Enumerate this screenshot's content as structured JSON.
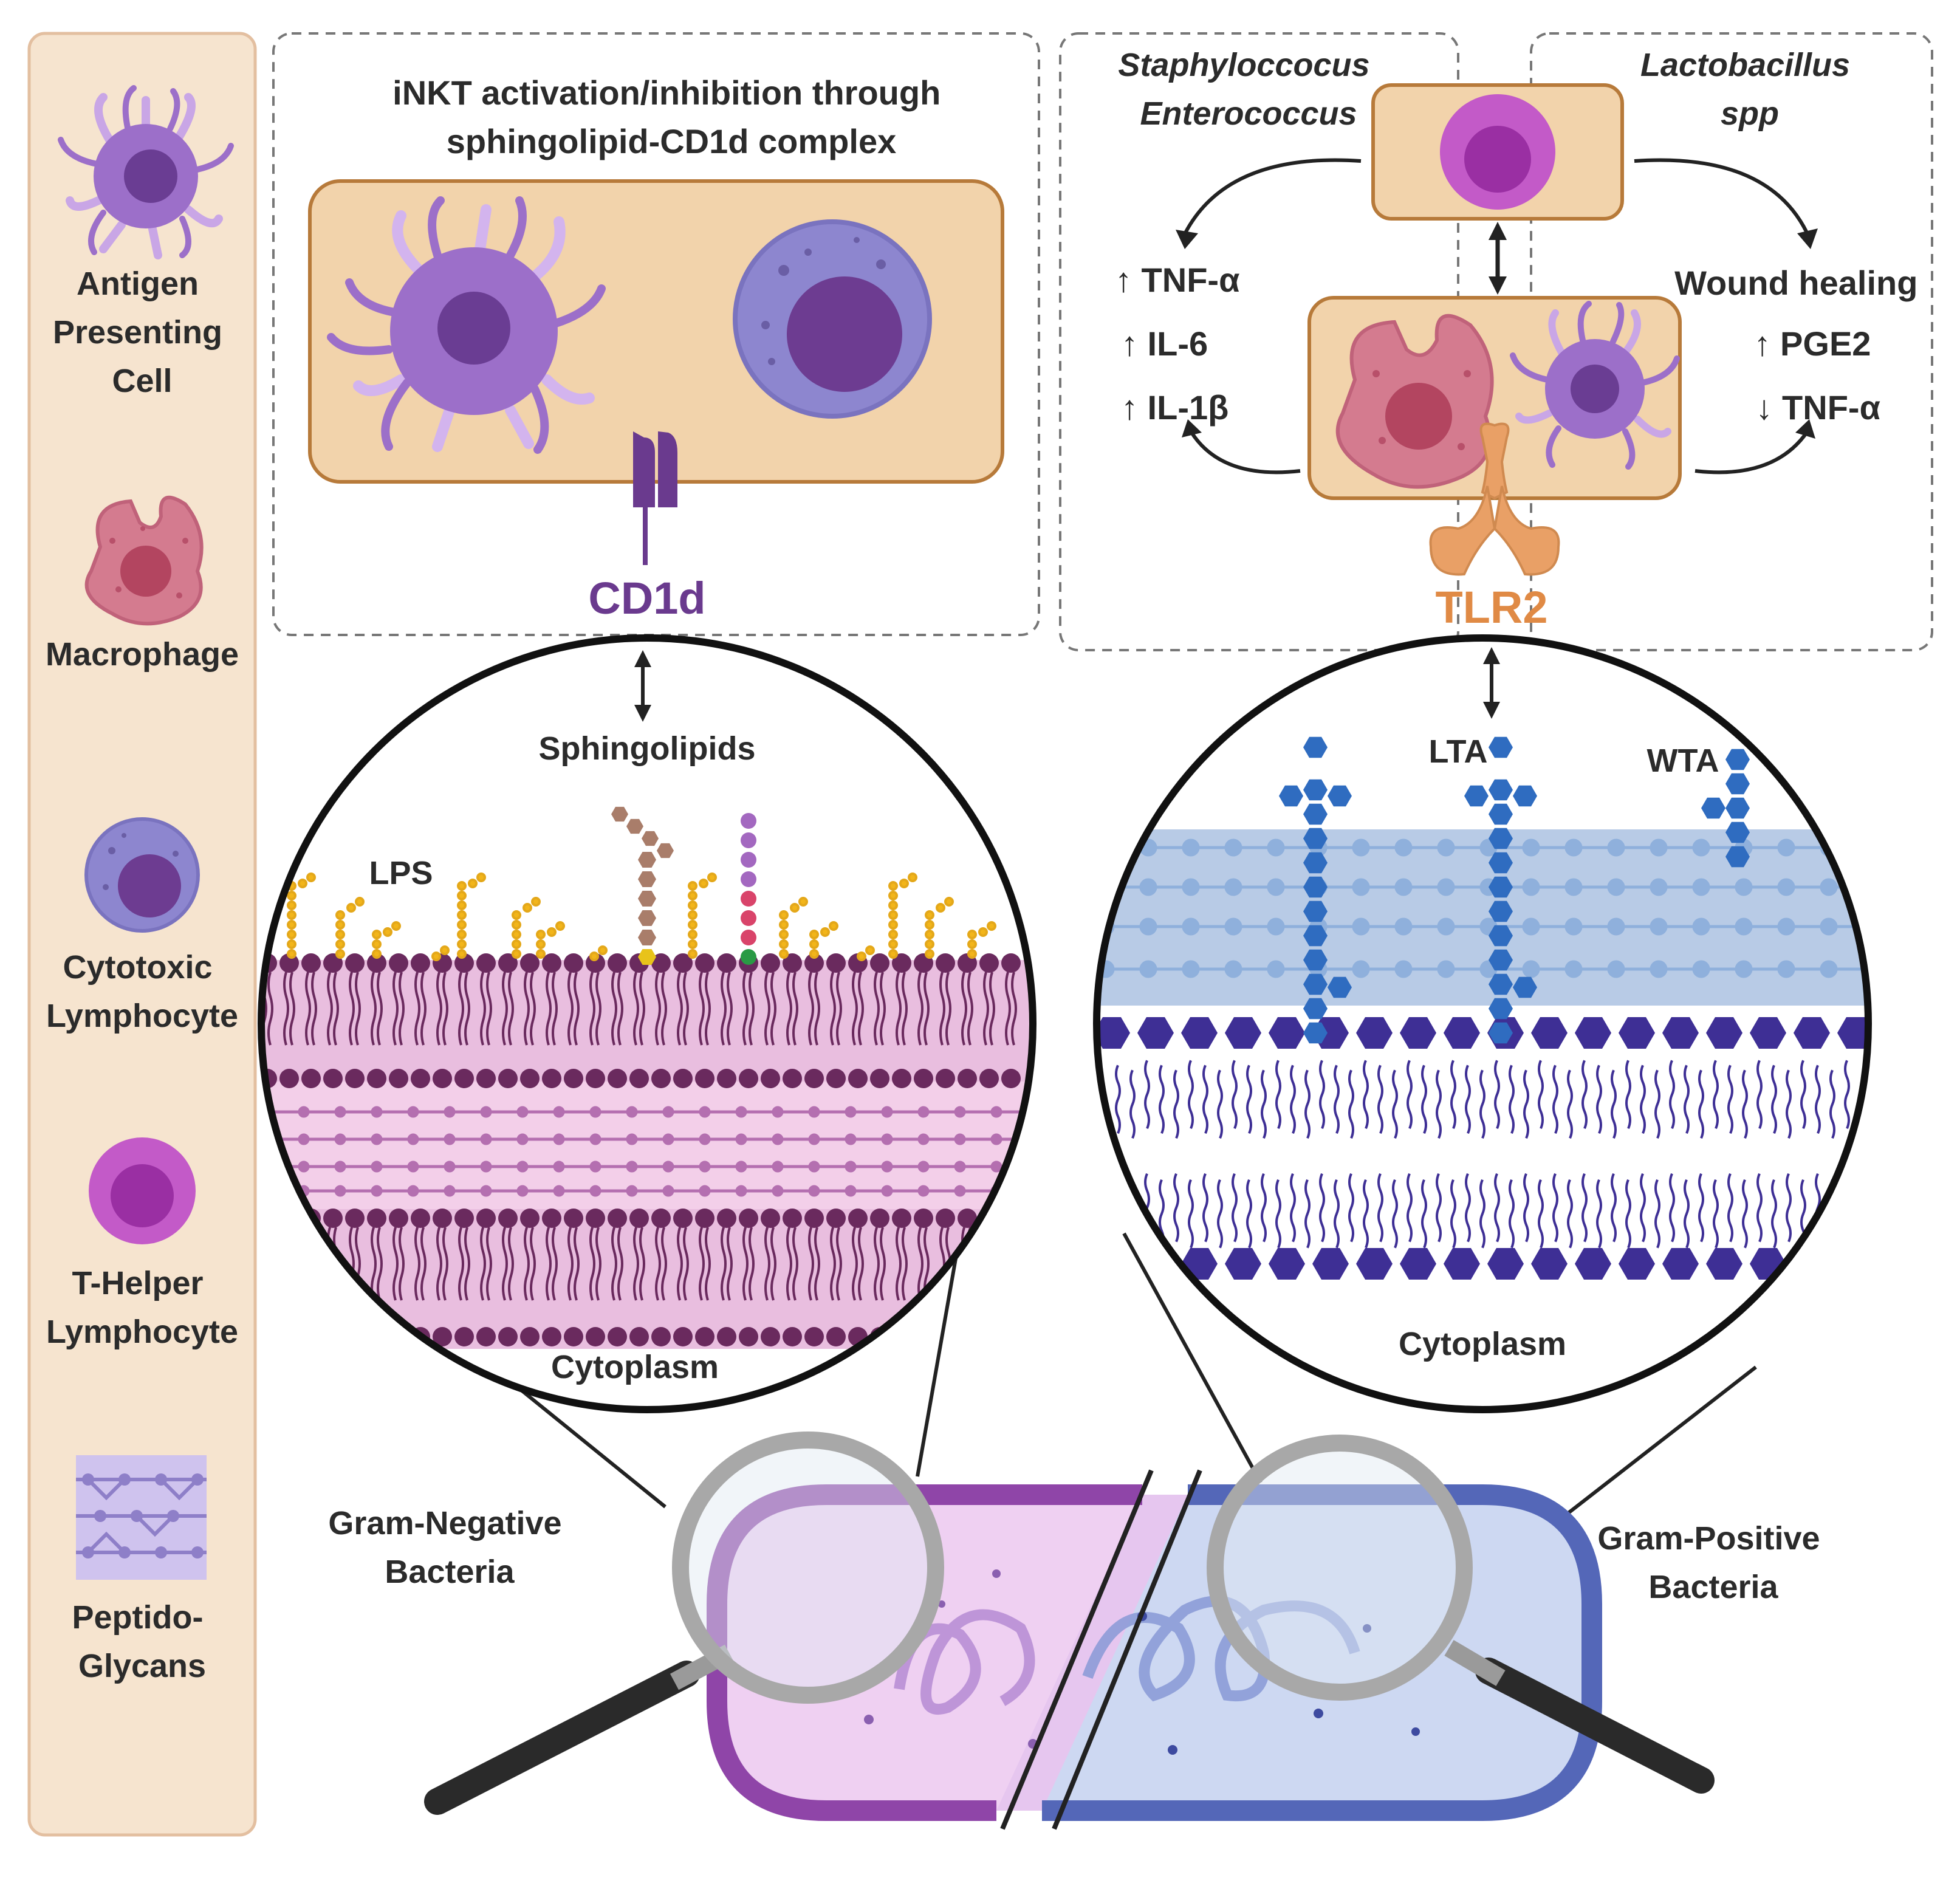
{
  "legend": {
    "items": [
      {
        "label_lines": [
          "Antigen",
          "Presenting",
          "Cell"
        ],
        "icon": "antigen-presenting-cell-icon"
      },
      {
        "label_lines": [
          "Macrophage"
        ],
        "icon": "macrophage-icon"
      },
      {
        "label_lines": [
          "Cytotoxic",
          "Lymphocyte"
        ],
        "icon": "cytotoxic-lymphocyte-icon"
      },
      {
        "label_lines": [
          "T-Helper",
          "Lymphocyte"
        ],
        "icon": "t-helper-lymphocyte-icon"
      },
      {
        "label_lines": [
          "Peptido-",
          "Glycans"
        ],
        "icon": "peptidoglycan-icon"
      }
    ]
  },
  "inkt_panel": {
    "title_lines": [
      "iNKT activation/inhibition through",
      "sphingolipid-CD1d complex"
    ],
    "receptor_label": "CD1d"
  },
  "tlr_panel": {
    "left_species": [
      "Staphyloccocus",
      "Enterococcus"
    ],
    "right_species": [
      "Lactobacillus",
      "spp"
    ],
    "left_effects": [
      "↑ TNF-α",
      "↑  IL-6",
      "↑  IL-1β"
    ],
    "right_effects": [
      "Wound healing",
      "↑ PGE2",
      "↓ TNF-α"
    ],
    "receptor_label": "TLR2"
  },
  "gram_negative": {
    "membrane_labels": {
      "sphingolipids": "Sphingolipids",
      "lps": "LPS",
      "cytoplasm": "Cytoplasm"
    },
    "bacteria_label_lines": [
      "Gram-Negative",
      "Bacteria"
    ]
  },
  "gram_positive": {
    "membrane_labels": {
      "lta": "LTA",
      "wta": "WTA",
      "cytoplasm": "Cytoplasm"
    },
    "bacteria_label_lines": [
      "Gram-Positive",
      "Bacteria"
    ]
  },
  "colors": {
    "panel_fill": "#f2d3ab",
    "panel_stroke": "#b77a3a",
    "apc": "#9c6fc9",
    "macrophage": "#d47b8f",
    "cytotoxic": "#8d86cf",
    "t_helper": "#c35ac8",
    "cd1d": "#6a3a8e",
    "tlr2": "#e9a066",
    "gram_neg_membrane": "#6a2a5e",
    "gram_pos_membrane": "#3e2f95",
    "peptidoglycan_band": "#b8cbe6",
    "teichoic_acid": "#2f6cc0"
  }
}
